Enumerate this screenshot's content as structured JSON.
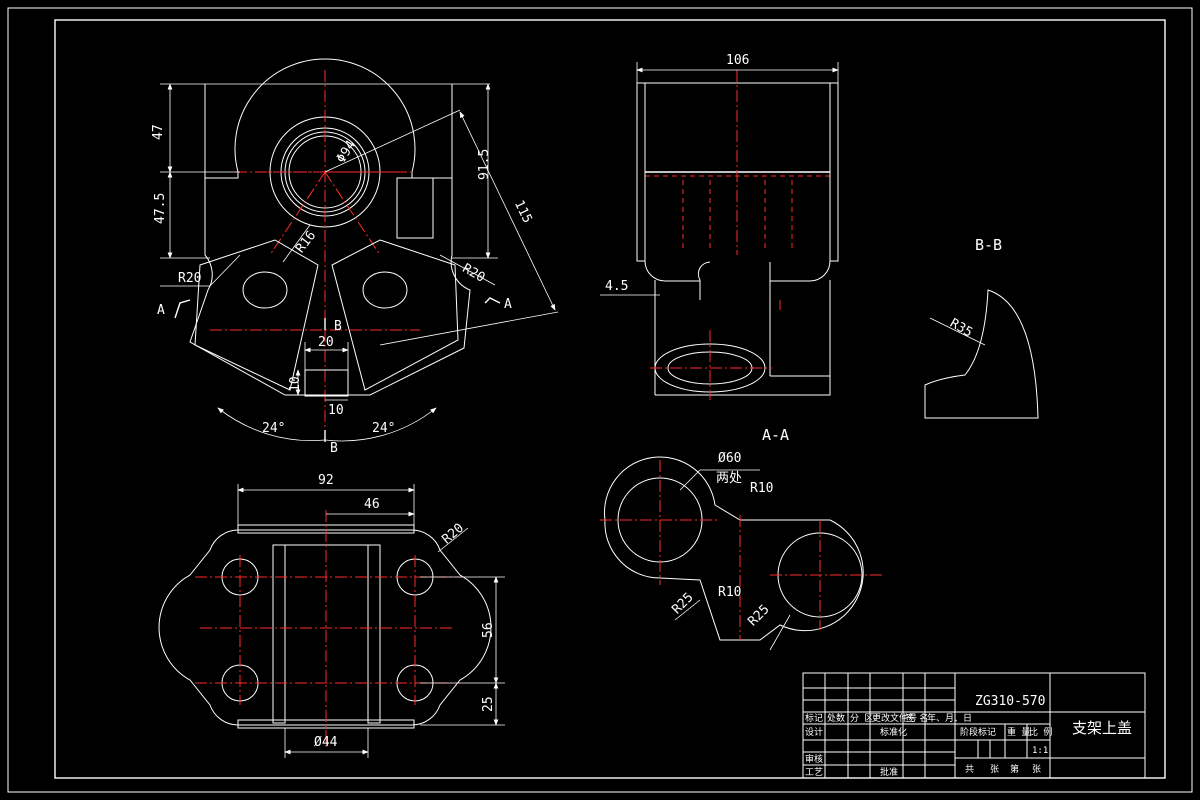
{
  "drawing": {
    "part_number": "ZG310-570",
    "part_name": "支架上盖",
    "colors": {
      "background": "#000000",
      "lines": "#ffffff",
      "centerlines": "#ff2a2a"
    }
  },
  "views": {
    "front": {
      "dims": [
        "47",
        "47.5",
        "Φ94",
        "91.5",
        "115",
        "R20",
        "R20",
        "R16",
        "20",
        "10",
        "10",
        "24°",
        "24°"
      ],
      "section_marks": {
        "a_left": "A",
        "a_right": "A",
        "b_top": "B",
        "b_bottom": "B"
      }
    },
    "side": {
      "dims": [
        "106",
        "4.5"
      ]
    },
    "section_bb": {
      "title": "B-B",
      "dims": [
        "R35"
      ]
    },
    "section_aa": {
      "title": "A-A",
      "dims": [
        "Ø60",
        "两处",
        "R10",
        "R10",
        "R25",
        "R25"
      ]
    },
    "top": {
      "dims": [
        "92",
        "46",
        "R20",
        "56",
        "25",
        "Ø44"
      ]
    }
  },
  "title_block": {
    "row1": [
      "标记",
      "处数",
      "分 区",
      "更改文件号",
      "签 名",
      "年、月、日"
    ],
    "design_label": "设计",
    "standard_label": "标准化",
    "stage_label": "阶段标记",
    "weight_label": "重 量",
    "scale_label": "比 例",
    "scale_value": "1:1",
    "review_label": "审核",
    "process_label": "工艺",
    "approve_label": "批准",
    "sheets_total": "共",
    "sheets_zhang": "张",
    "sheets_di": "第",
    "sheets_zhang2": "张"
  }
}
